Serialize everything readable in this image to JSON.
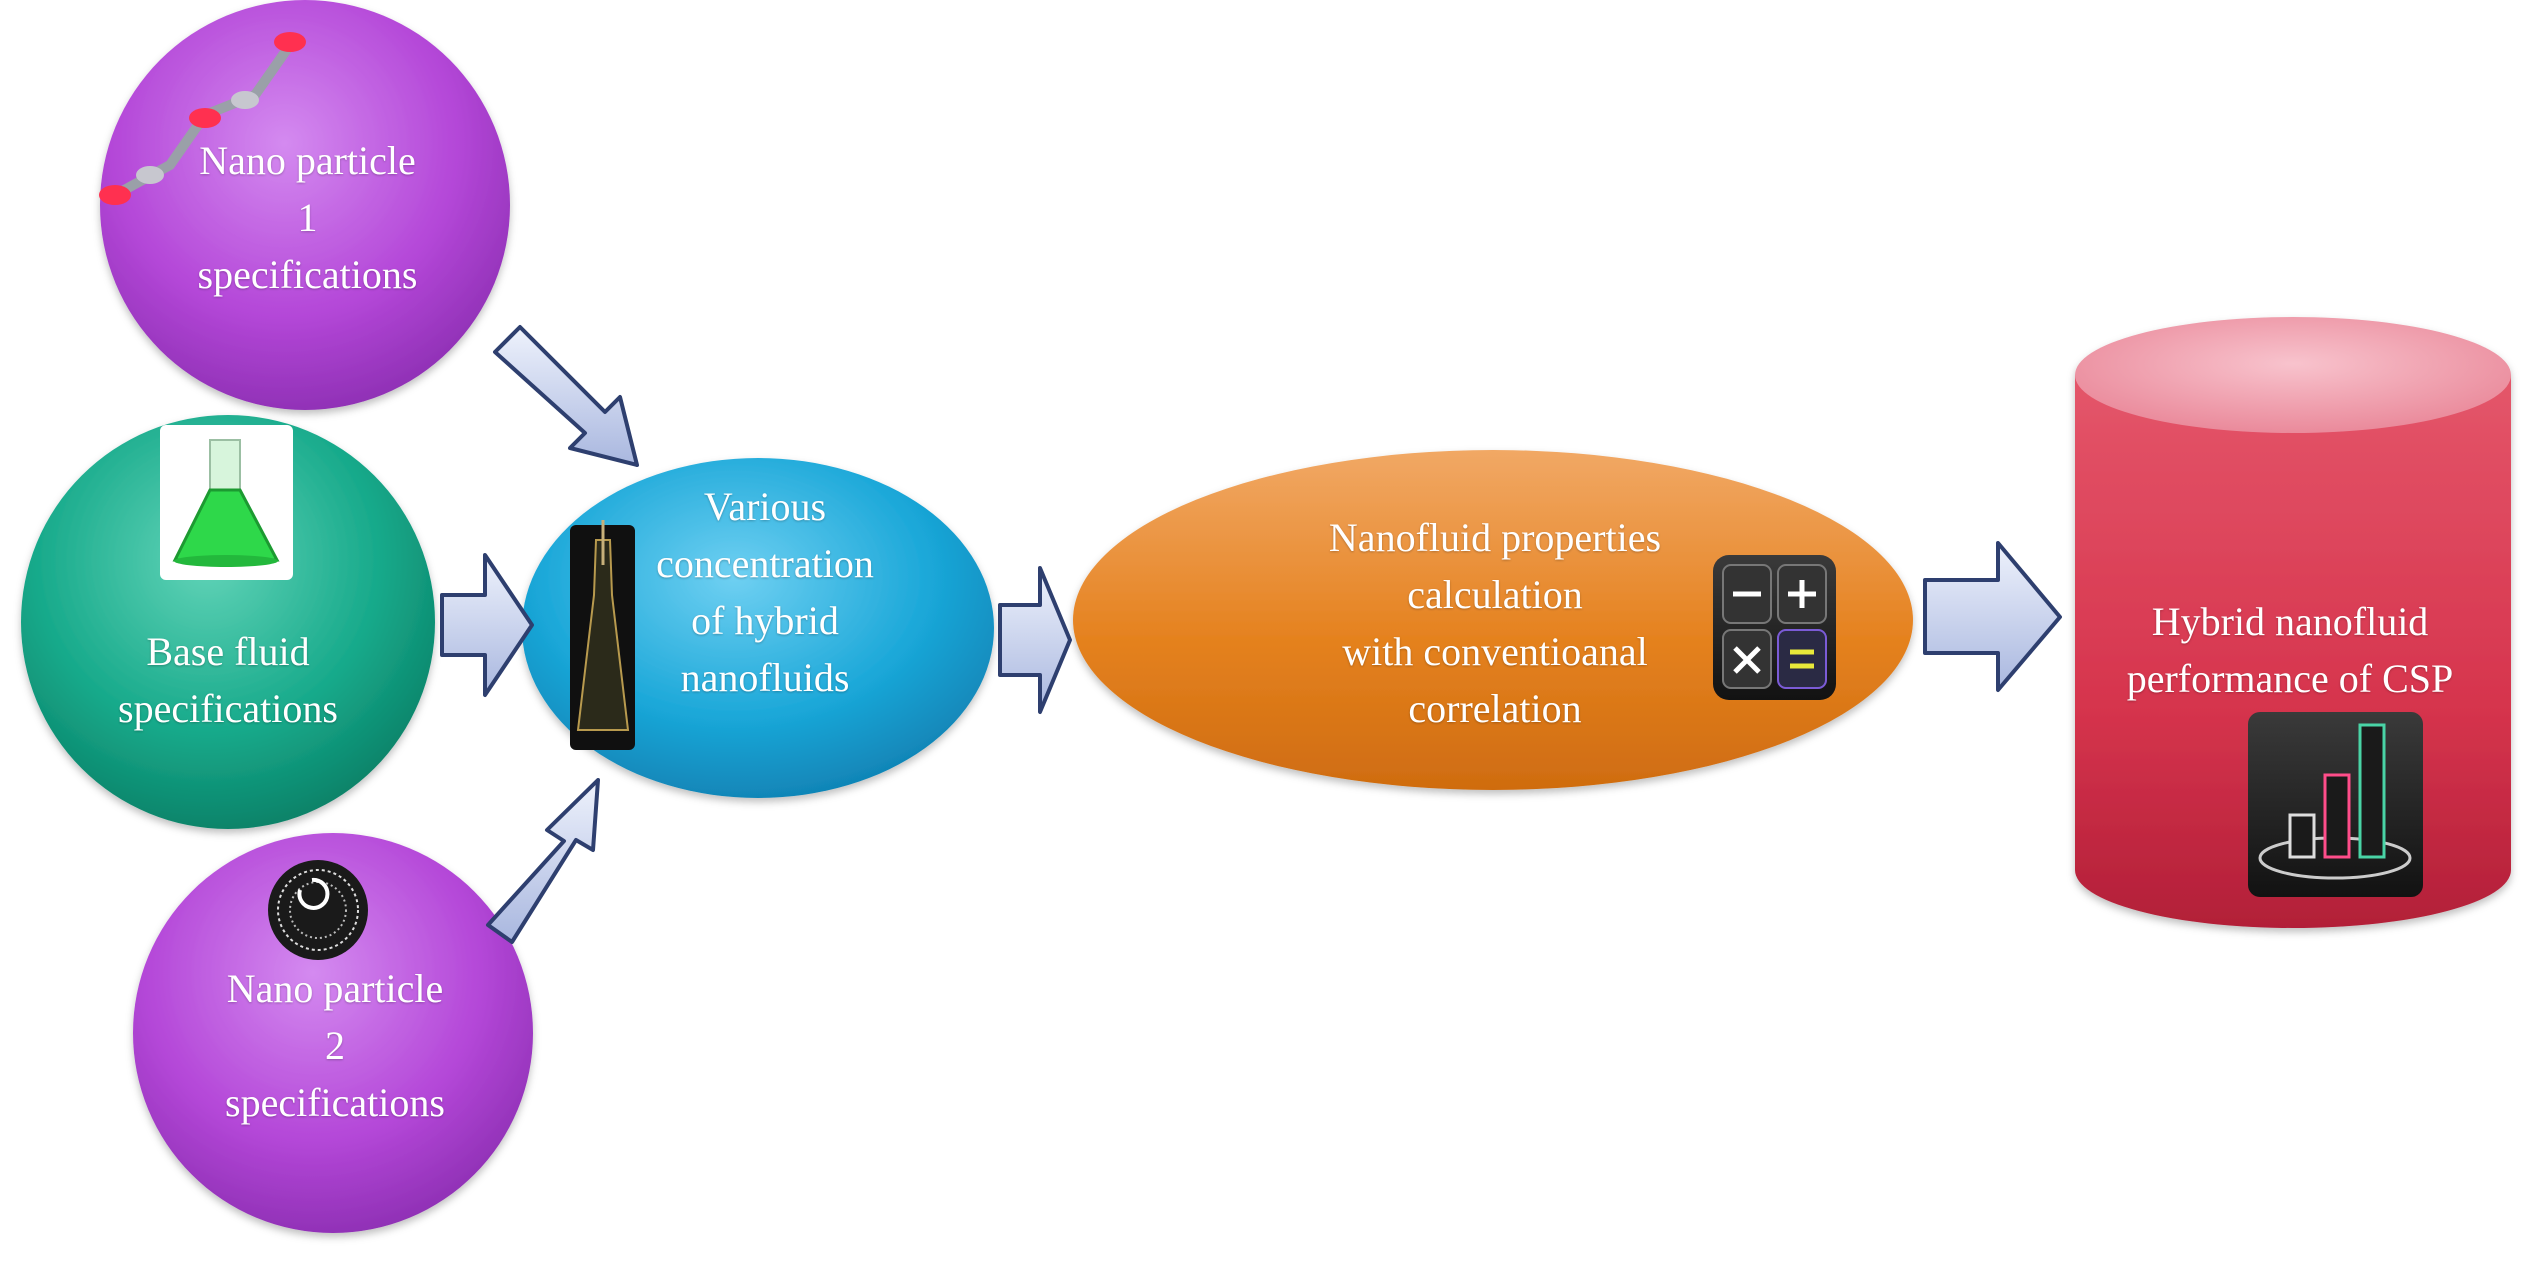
{
  "nodes": {
    "nano1": {
      "lines": [
        "Nano particle",
        "1",
        "specifications"
      ],
      "color": "#b445d6",
      "icon": "molecule-chain"
    },
    "base": {
      "lines": [
        "Base fluid",
        "specifications"
      ],
      "color": "#16a98a",
      "icon": "flask"
    },
    "nano2": {
      "lines": [
        "Nano particle",
        "2",
        "specifications"
      ],
      "color": "#b445d6",
      "icon": "nanoparticle-sphere"
    },
    "concentration": {
      "lines": [
        "Various",
        "concentration",
        "of hybrid",
        "nanofluids"
      ],
      "color": "#1aa7d8",
      "icon": "bottle"
    },
    "calculation": {
      "lines": [
        "Nanofluid properties",
        "calculation",
        "with conventioanal",
        "correlation"
      ],
      "color": "#e47f1d",
      "icon": "calculator"
    },
    "performance": {
      "lines": [
        "Hybrid nanofluid",
        "performance of CSP"
      ],
      "color": "#dc3550",
      "icon": "bar-chart"
    }
  },
  "colors": {
    "arrow_fill": "#c9d3ee",
    "arrow_stroke": "#2e3f6f"
  }
}
